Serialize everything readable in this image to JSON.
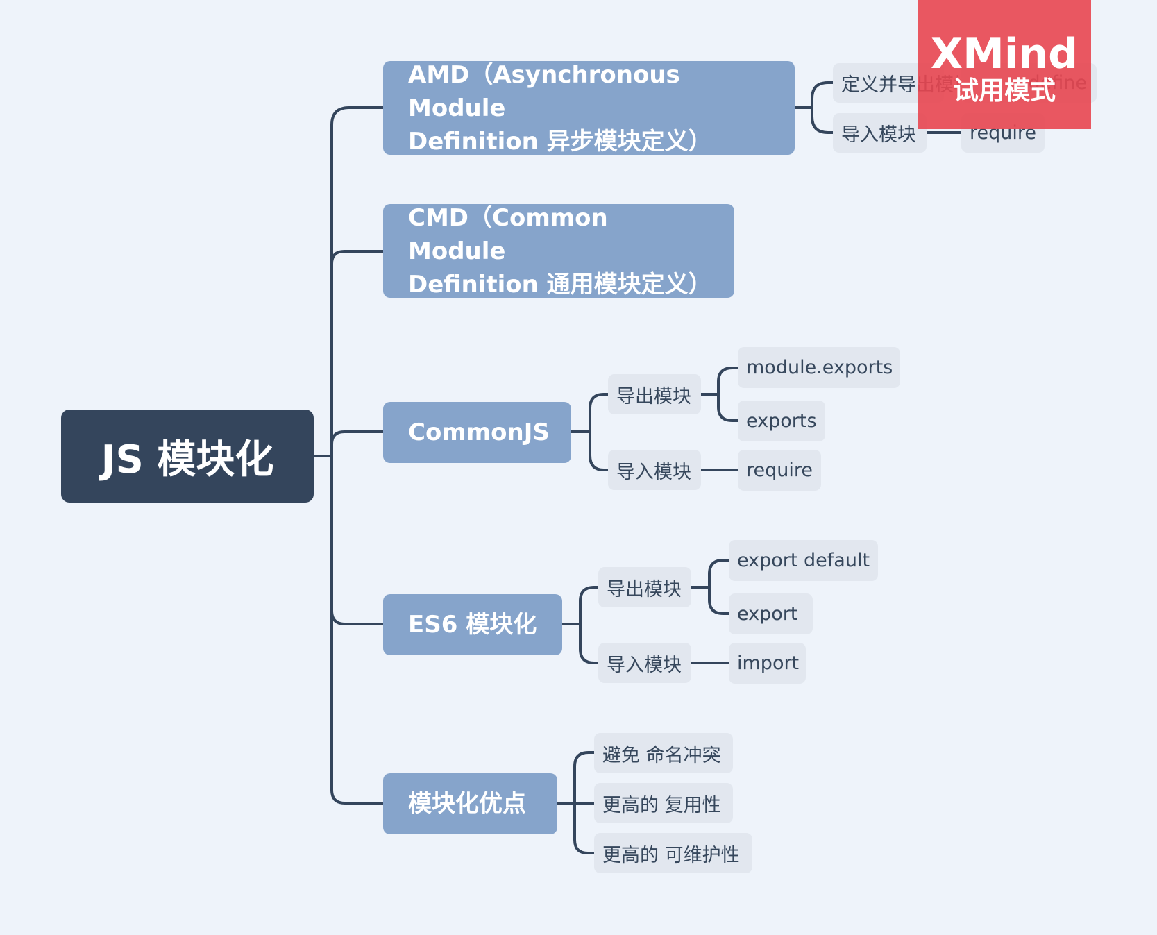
{
  "colors": {
    "background": "#eef3fa",
    "root": "#34455c",
    "main_topic": "#86a4cb",
    "subtopic": "#e2e7ef",
    "connector": "#34455c",
    "watermark": "#e84650"
  },
  "root": {
    "label": "JS 模块化"
  },
  "amd": {
    "label_line1": "AMD（Asynchronous Module",
    "label_line2": "Definition 异步模块定义）",
    "export_label": "定义并导出模块",
    "export_value": "define",
    "import_label": "导入模块",
    "import_value": "require"
  },
  "cmd": {
    "label_line1": "CMD（Common Module",
    "label_line2": "Definition 通用模块定义）"
  },
  "commonjs": {
    "label": "CommonJS",
    "export_label": "导出模块",
    "export_values": [
      "module.exports",
      "exports"
    ],
    "import_label": "导入模块",
    "import_value": "require"
  },
  "es6": {
    "label": "ES6 模块化",
    "export_label": "导出模块",
    "export_values": [
      "export default",
      "export"
    ],
    "import_label": "导入模块",
    "import_value": "import"
  },
  "advantages": {
    "label": "模块化优点",
    "items": [
      "避免 命名冲突",
      "更高的 复用性",
      "更高的 可维护性"
    ]
  },
  "watermark": {
    "logo": "XMind",
    "text": "试用模式"
  }
}
